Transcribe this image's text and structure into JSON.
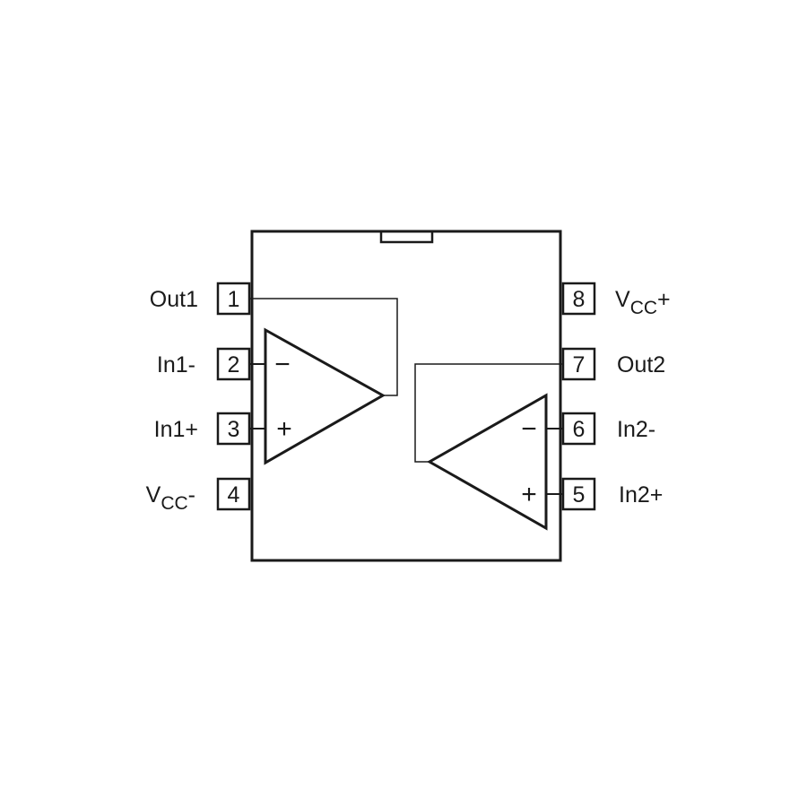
{
  "pins": {
    "p1": {
      "number": "1",
      "label": "Out1"
    },
    "p2": {
      "number": "2",
      "label": "In1-"
    },
    "p3": {
      "number": "3",
      "label": "In1+"
    },
    "p4": {
      "number": "4",
      "label_main": "V",
      "label_sub": "CC",
      "label_suffix": "-"
    },
    "p5": {
      "number": "5",
      "label": "In2+"
    },
    "p6": {
      "number": "6",
      "label": "In2-"
    },
    "p7": {
      "number": "7",
      "label": "Out2"
    },
    "p8": {
      "number": "8",
      "label_main": "V",
      "label_sub": "CC",
      "label_suffix": "+"
    }
  },
  "opamp1": {
    "minus": "−",
    "plus": "+"
  },
  "opamp2": {
    "minus": "−",
    "plus": "+"
  }
}
